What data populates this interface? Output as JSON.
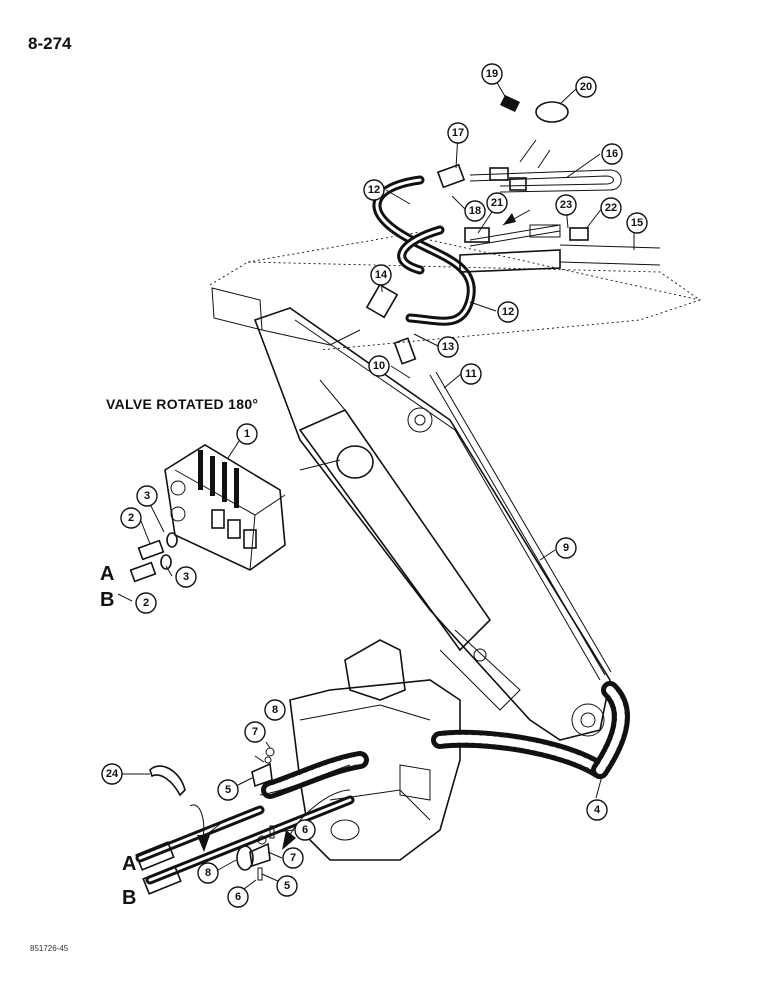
{
  "page_number": "8-274",
  "valve_title": "VALVE ROTATED 180°",
  "figure_code": "851726-45",
  "port_labels": [
    "A",
    "B",
    "A",
    "B"
  ],
  "callouts": [
    "1",
    "2",
    "2",
    "3",
    "3",
    "4",
    "5",
    "5",
    "6",
    "6",
    "7",
    "7",
    "8",
    "8",
    "9",
    "10",
    "11",
    "12",
    "12",
    "13",
    "14",
    "15",
    "16",
    "17",
    "18",
    "19",
    "20",
    "21",
    "22",
    "23",
    "24"
  ]
}
